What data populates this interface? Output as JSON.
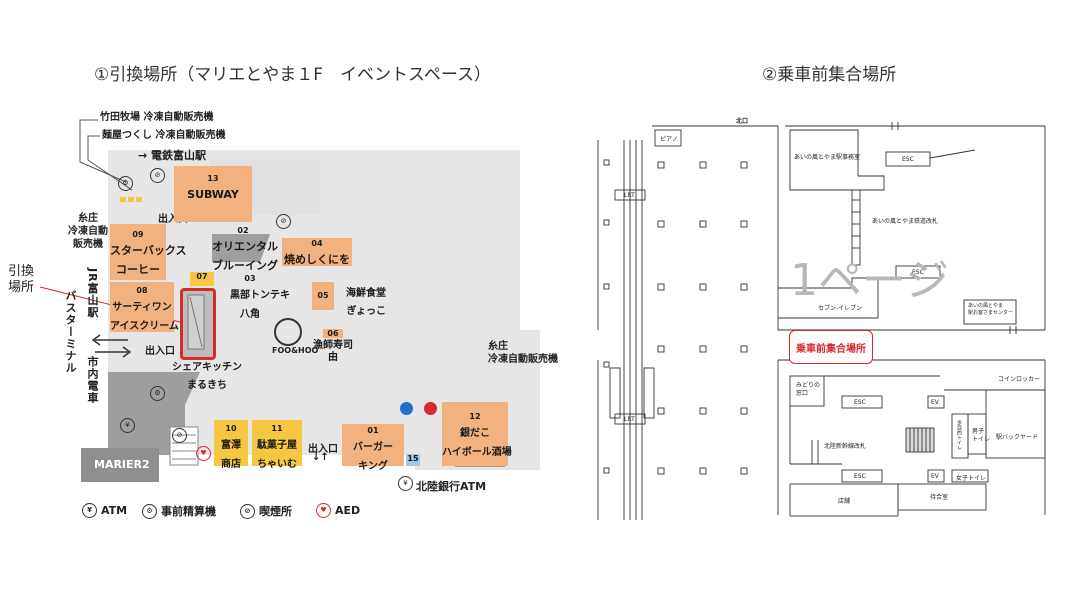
{
  "left": {
    "title": "①引換場所（マリエとやま１F　イベントスペース）",
    "labels": {
      "vending1": "竹田牧場 冷凍自動販売機",
      "vending2": "麺屋つくし 冷凍自動販売機",
      "to_station": "→ 電鉄富山駅",
      "itosho_left": "糸庄\n冷凍自動\n販売機",
      "exit_top": "出入口",
      "exit_mid": "出入口",
      "exit_bottom": "出入口",
      "itosho_right": "糸庄\n冷凍自動販売機",
      "hikikae": "引換\n場所",
      "jr": "JR富山駅",
      "bus": "バスターミナル",
      "tram": "市内電車",
      "marier2": "MARIER2",
      "atm": "北陸銀行ATM",
      "fooandhoo": "FOO&HOO"
    },
    "shops": [
      {
        "num": "13",
        "name": "SUBWAY"
      },
      {
        "num": "09",
        "name": "スターバックス\nコーヒー"
      },
      {
        "num": "02",
        "name": "オリエンタル\nブルーイング"
      },
      {
        "num": "04",
        "name": "焼めしくにを"
      },
      {
        "num": "07",
        "name": ""
      },
      {
        "num": "03",
        "name": "黒部トンテキ\n八角"
      },
      {
        "num": "08",
        "name": "サーティワン\nアイスクリーム"
      },
      {
        "num": "05",
        "name": "海鮮食堂\nぎょっこ"
      },
      {
        "num": "06",
        "name": "漁師寿司\n由"
      },
      {
        "num": "",
        "name": "シェアキッチン\nまるきち"
      },
      {
        "num": "10",
        "name": "富澤\n商店"
      },
      {
        "num": "11",
        "name": "駄菓子屋\nちゃいむ"
      },
      {
        "num": "01",
        "name": "バーガー\nキング"
      },
      {
        "num": "12",
        "name": "銀だこ\nハイボール酒場"
      },
      {
        "num": "15",
        "name": ""
      }
    ],
    "legend": [
      "ATM",
      "事前精算機",
      "喫煙所",
      "AED"
    ]
  },
  "right": {
    "title": "②乗車前集合場所",
    "labels": {
      "kitaguchi": "北口",
      "piano": "ピアノ",
      "lrt1": "LRT",
      "lrt2": "LRT",
      "ainokaze_office": "あいの風とやま駅事務室",
      "esc1": "ESC",
      "ainokaze_gate": "あいの風とやま鉄道改札",
      "esc2": "ESC",
      "seven": "セブン-イレブン",
      "ainokaze_center": "あいの風とやま\n駅お客さまセンター",
      "watermark": "1ページ",
      "meeting": "乗車前集合場所",
      "coin": "コインロッカー",
      "midori": "みどりの\n窓口",
      "esc3": "ESC",
      "ev1": "EV",
      "hokuriku_gate": "北陸新幹線改札",
      "toilet_multi": "多目的トイレ",
      "toilet_m": "男子\nトイレ",
      "backyard": "駅バックヤード",
      "esc4": "ESC",
      "ev2": "EV",
      "toilet_f": "女子トイレ",
      "store": "店舗",
      "waiting": "待合室"
    }
  },
  "colors": {
    "orange": "#f2b27f",
    "yellow": "#f5c742",
    "gray": "#e6e6e6",
    "dark_gray": "#9e9e9e",
    "red": "#d62b2b",
    "blue": "#1f6fd1"
  }
}
